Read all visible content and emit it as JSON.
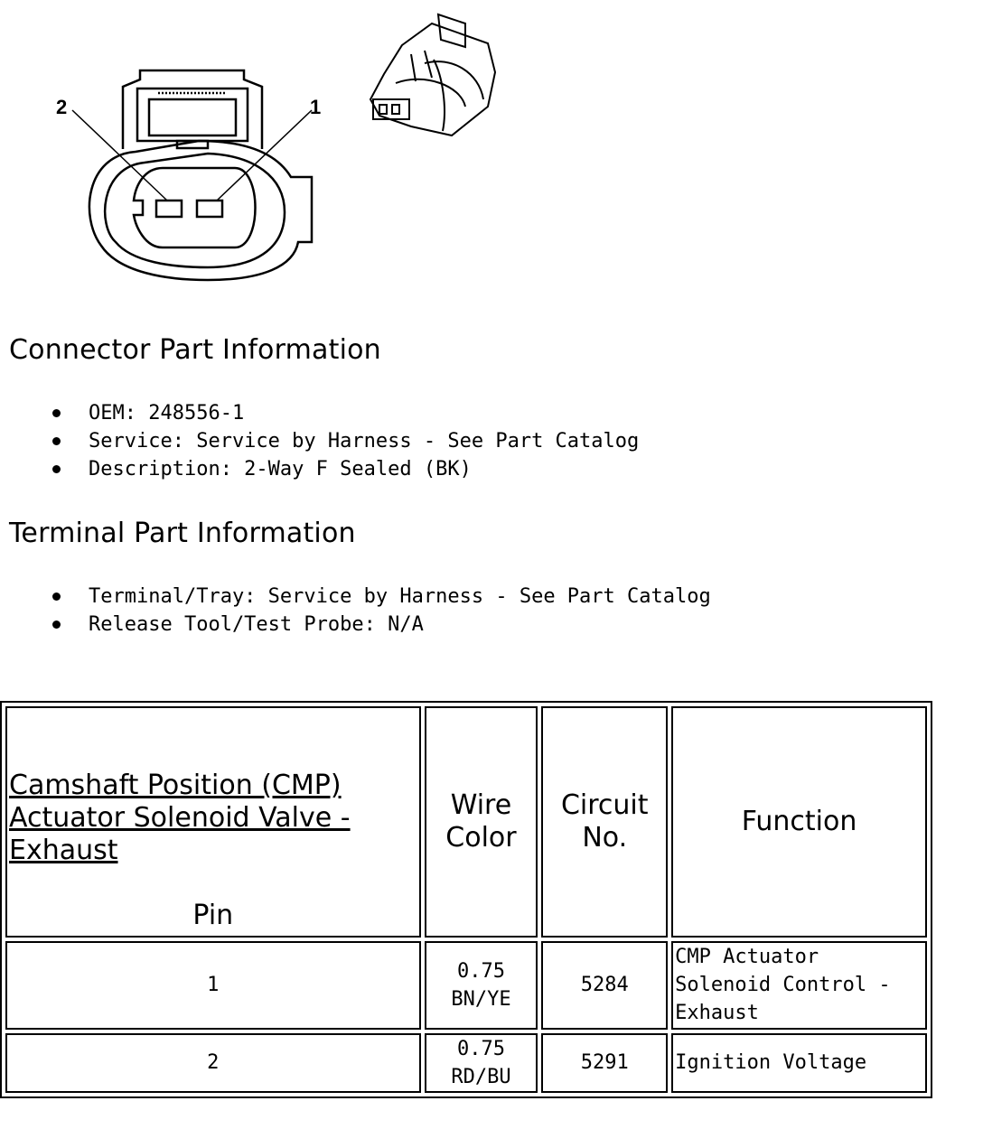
{
  "diagram": {
    "pin_callouts": [
      "2",
      "1"
    ]
  },
  "connector_section": {
    "title": "Connector Part Information",
    "items": [
      "OEM: 248556-1",
      "Service: Service by Harness - See Part Catalog",
      "Description: 2-Way F Sealed (BK)"
    ]
  },
  "terminal_section": {
    "title": "Terminal Part Information",
    "items": [
      "Terminal/Tray: Service by Harness - See Part Catalog",
      "Release Tool/Test Probe: N/A"
    ]
  },
  "pin_table": {
    "headers": {
      "component": "Camshaft Position (CMP) Actuator Solenoid Valve - Exhaust",
      "pin": "Pin",
      "wire_color": "Wire Color",
      "circuit": "Circuit No.",
      "function": "Function"
    },
    "rows": [
      {
        "pin": "1",
        "wire_gauge": "0.75",
        "wire_color": "BN/YE",
        "circuit": "5284",
        "function": "CMP Actuator Solenoid Control - Exhaust"
      },
      {
        "pin": "2",
        "wire_gauge": "0.75",
        "wire_color": "RD/BU",
        "circuit": "5291",
        "function": "Ignition Voltage"
      }
    ]
  }
}
